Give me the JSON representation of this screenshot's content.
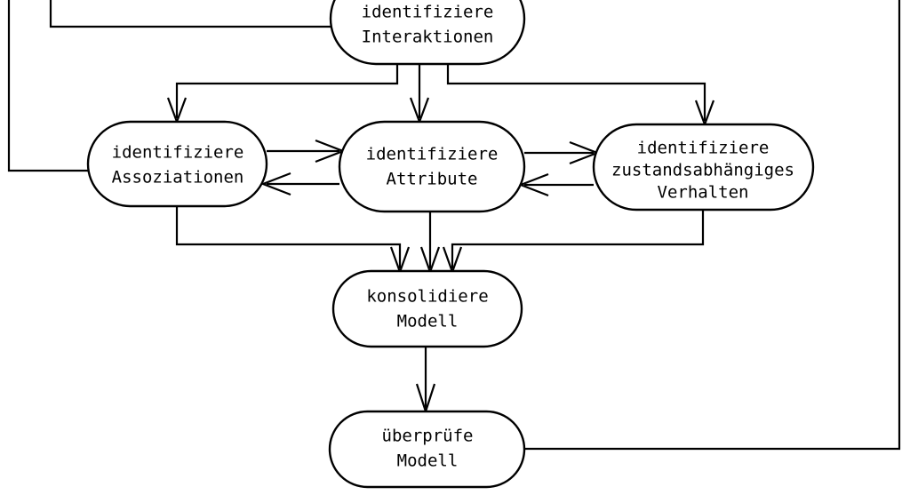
{
  "diagram": {
    "type": "flowchart",
    "language": "de",
    "background_color": "#ffffff",
    "line_color": "#000000",
    "text_color": "#000000",
    "nodes": [
      {
        "id": "interaktionen",
        "shape": "stadium",
        "lines": [
          "identifiziere",
          "Interaktionen"
        ],
        "line1": "identifiziere",
        "line2": "Interaktionen",
        "line3": ""
      },
      {
        "id": "assoziationen",
        "shape": "stadium",
        "lines": [
          "identifiziere",
          "Assoziationen"
        ],
        "line1": "identifiziere",
        "line2": "Assoziationen",
        "line3": ""
      },
      {
        "id": "attribute",
        "shape": "stadium",
        "lines": [
          "identifiziere",
          "Attribute"
        ],
        "line1": "identifiziere",
        "line2": "Attribute",
        "line3": ""
      },
      {
        "id": "verhalten",
        "shape": "stadium",
        "lines": [
          "identifiziere",
          "zustandsabhängiges",
          "Verhalten"
        ],
        "line1": "identifiziere",
        "line2": "zustandsabhängiges",
        "line3": "Verhalten"
      },
      {
        "id": "konsolidiere",
        "shape": "stadium",
        "lines": [
          "konsolidiere",
          "Modell"
        ],
        "line1": "konsolidiere",
        "line2": "Modell",
        "line3": ""
      },
      {
        "id": "ueberpruefe",
        "shape": "stadium",
        "lines": [
          "überprüfe",
          "Modell"
        ],
        "line1": "überprüfe",
        "line2": "Modell",
        "line3": ""
      }
    ],
    "edges": [
      {
        "id": "interaktionen-assoziationen",
        "from": "interaktionen",
        "to": "assoziationen",
        "arrow": true
      },
      {
        "id": "interaktionen-attribute",
        "from": "interaktionen",
        "to": "attribute",
        "arrow": true
      },
      {
        "id": "interaktionen-verhalten",
        "from": "interaktionen",
        "to": "verhalten",
        "arrow": true
      },
      {
        "id": "assoziationen-attribute",
        "from": "assoziationen",
        "to": "attribute",
        "arrow": true
      },
      {
        "id": "attribute-assoziationen",
        "from": "attribute",
        "to": "assoziationen",
        "arrow": true
      },
      {
        "id": "attribute-verhalten",
        "from": "attribute",
        "to": "verhalten",
        "arrow": true
      },
      {
        "id": "verhalten-attribute",
        "from": "verhalten",
        "to": "attribute",
        "arrow": true
      },
      {
        "id": "assoziationen-konsolidiere",
        "from": "assoziationen",
        "to": "konsolidiere",
        "arrow": true
      },
      {
        "id": "attribute-konsolidiere",
        "from": "attribute",
        "to": "konsolidiere",
        "arrow": true
      },
      {
        "id": "verhalten-konsolidiere",
        "from": "verhalten",
        "to": "konsolidiere",
        "arrow": true
      },
      {
        "id": "konsolidiere-ueberpruefe",
        "from": "konsolidiere",
        "to": "ueberpruefe",
        "arrow": true
      },
      {
        "id": "ueberpruefe-right-feedback",
        "from": "ueberpruefe",
        "to": "offscreen-right",
        "arrow": false
      },
      {
        "id": "offscreen-left-feedback-assoziationen",
        "from": "offscreen-left",
        "to": "assoziationen",
        "arrow": false
      },
      {
        "id": "offscreen-left-feedback-interaktionen",
        "from": "offscreen-left",
        "to": "interaktionen",
        "arrow": false
      }
    ]
  }
}
